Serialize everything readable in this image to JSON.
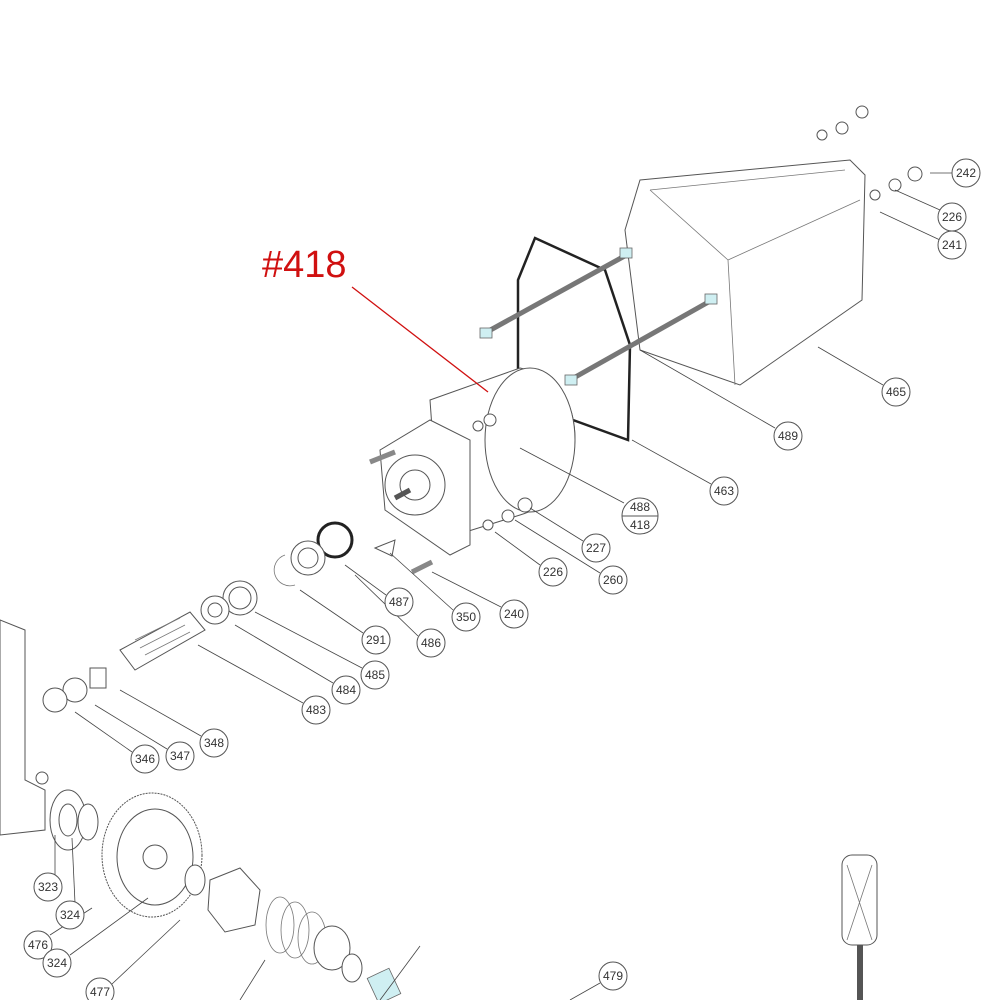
{
  "callout": {
    "text": "#418",
    "color": "#d01010"
  },
  "labels": {
    "l242": "242",
    "l226a": "226",
    "l241": "241",
    "l465": "465",
    "l489": "489",
    "l463": "463",
    "l488": "488",
    "l418": "418",
    "l227": "227",
    "l260": "260",
    "l226b": "226",
    "l240": "240",
    "l350": "350",
    "l486": "486",
    "l487": "487",
    "l291": "291",
    "l485": "485",
    "l484": "484",
    "l483": "483",
    "l348": "348",
    "l347": "347",
    "l346": "346",
    "l323": "323",
    "l324a": "324",
    "l476": "476",
    "l324b": "324",
    "l477": "477",
    "l479": "479"
  }
}
